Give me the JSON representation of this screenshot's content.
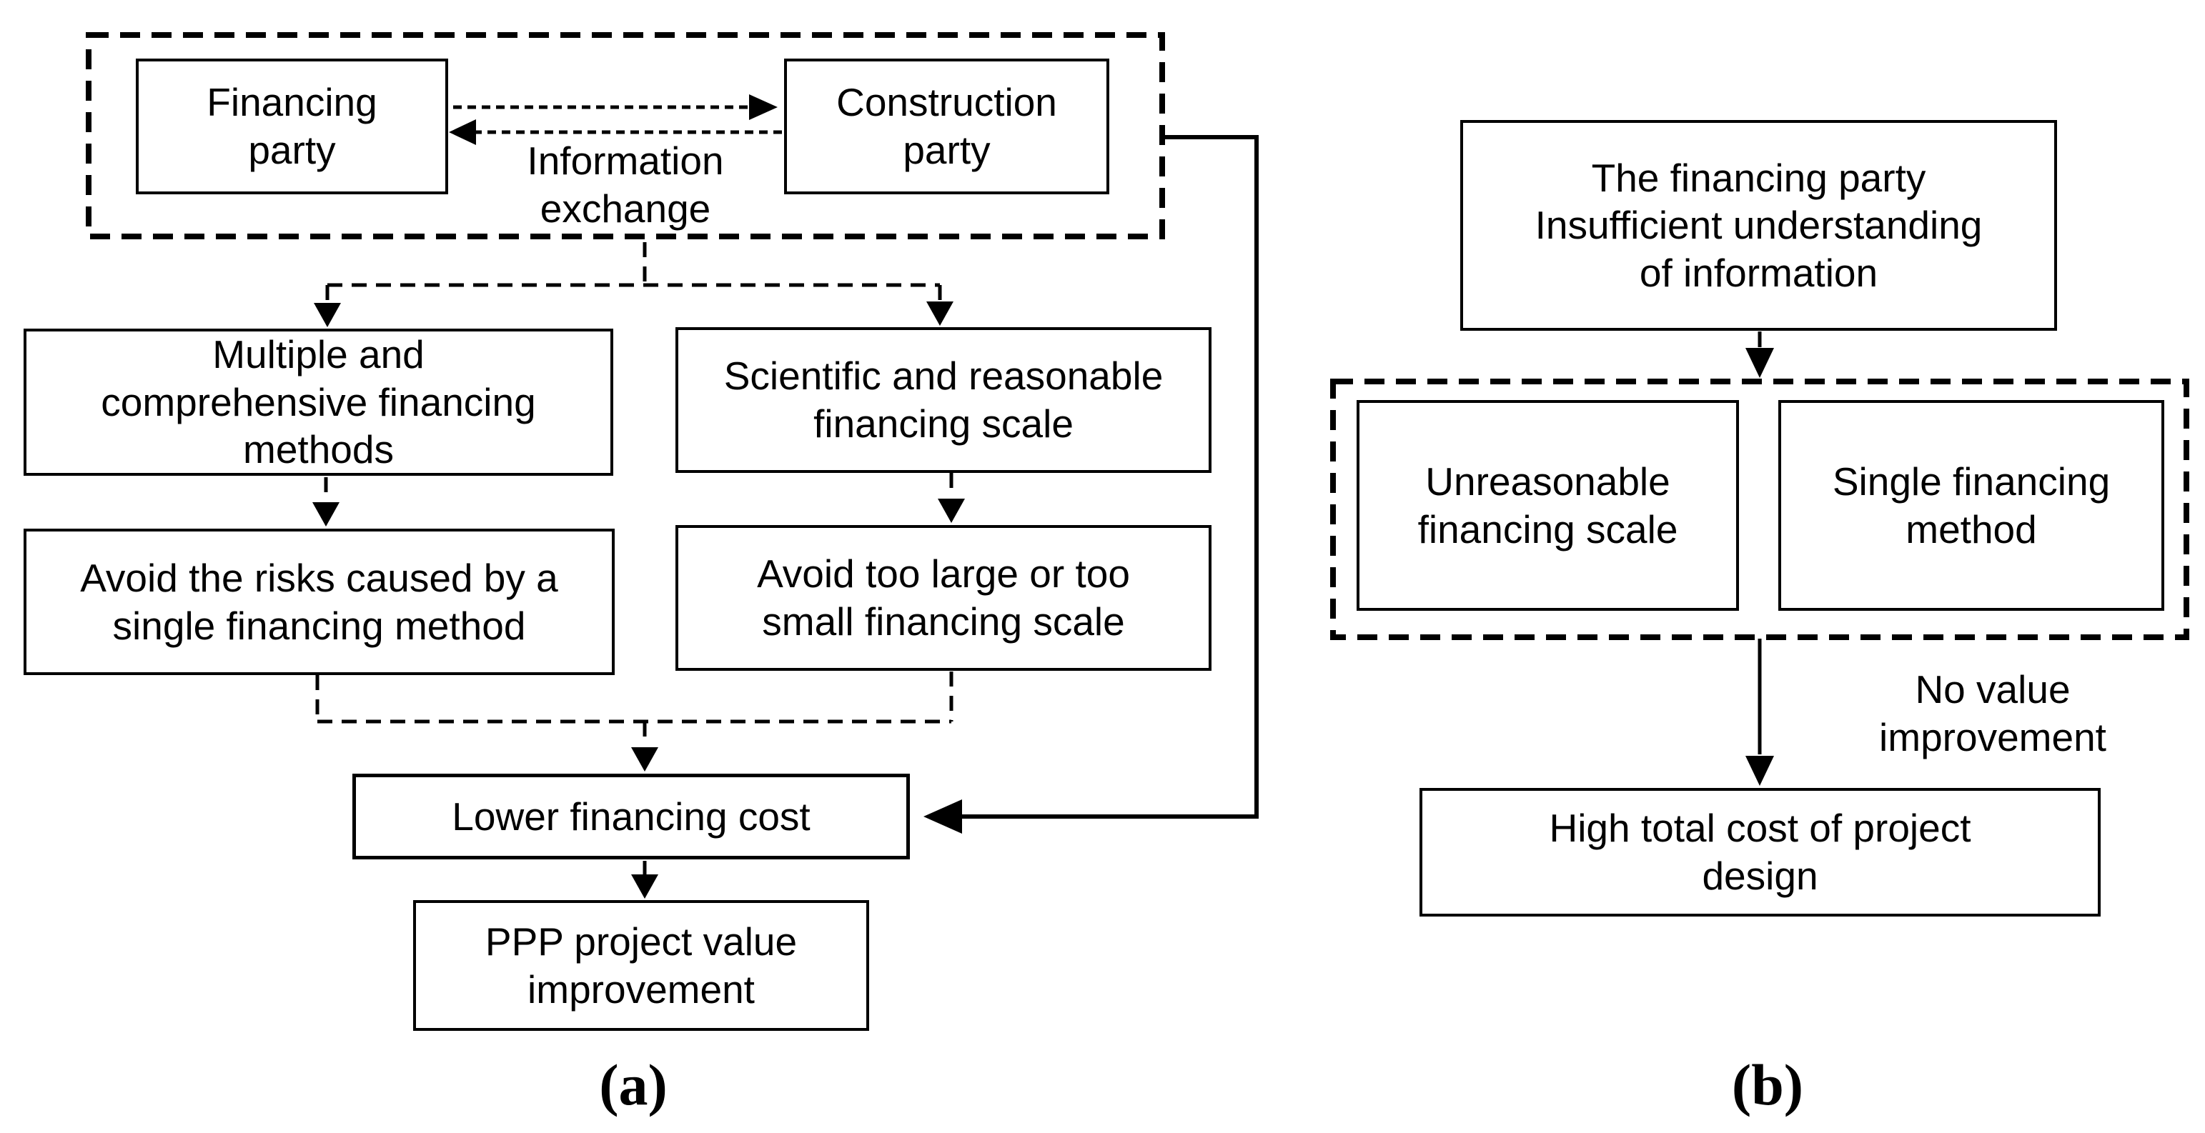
{
  "colors": {
    "ink": "#000000",
    "paper": "#ffffff",
    "box_fill": "#ffffff"
  },
  "figure_a": {
    "caption": "(a)",
    "financing_party": {
      "lines": [
        "Financing",
        "party"
      ]
    },
    "construction_party": {
      "lines": [
        "Construction",
        "party"
      ]
    },
    "information_exchange": {
      "lines": [
        "Information",
        "exchange"
      ]
    },
    "multiple_methods": {
      "lines": [
        "Multiple and",
        "comprehensive financing",
        "methods"
      ]
    },
    "scientific_scale": {
      "lines": [
        "Scientific and reasonable",
        "financing scale"
      ]
    },
    "avoid_risks": {
      "lines": [
        "Avoid the risks caused by a",
        "single financing method"
      ]
    },
    "avoid_too_large": {
      "lines": [
        "Avoid too large or too",
        "small financing scale"
      ]
    },
    "lower_financing_cost": {
      "lines": [
        "Lower financing cost"
      ]
    },
    "ppp_value_improvement": {
      "lines": [
        "PPP project value",
        "improvement"
      ]
    }
  },
  "figure_b": {
    "caption": "(b)",
    "insufficient_understanding": {
      "lines": [
        "The financing party",
        "Insufficient understanding",
        "of information"
      ]
    },
    "unreasonable_scale": {
      "lines": [
        "Unreasonable",
        "financing scale"
      ]
    },
    "single_method": {
      "lines": [
        "Single financing",
        "method"
      ]
    },
    "no_value_improvement": {
      "lines": [
        "No value",
        "improvement"
      ]
    },
    "high_total_cost": {
      "lines": [
        "High total cost of project",
        "design"
      ]
    }
  }
}
